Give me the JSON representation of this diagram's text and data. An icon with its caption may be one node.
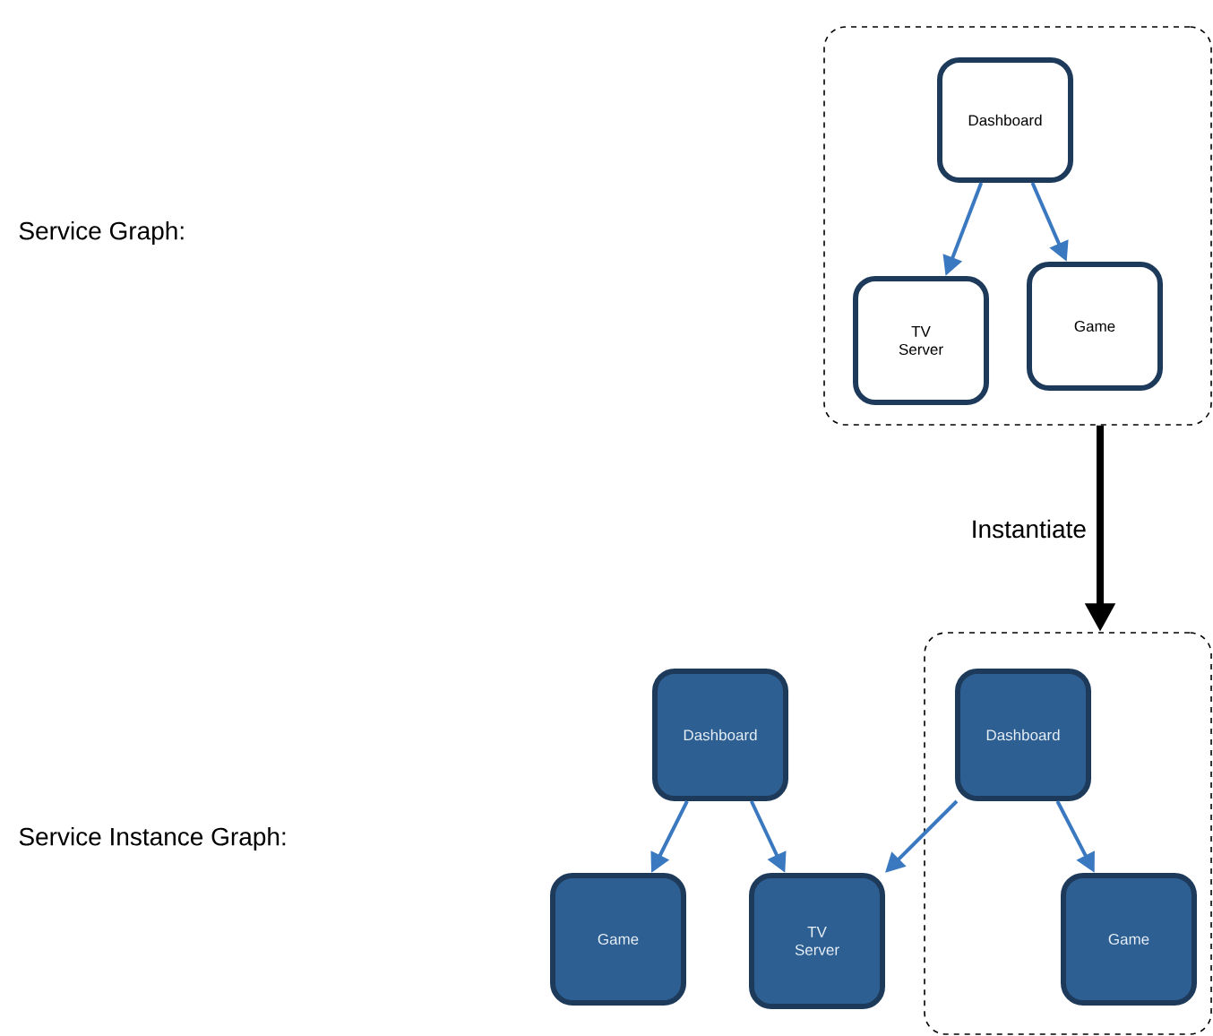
{
  "diagram": {
    "nodes": [
      {
        "text": [],
        "shape": "box"
      },
      {
        "text": [
          "Dashboard"
        ],
        "in": 0
      },
      {
        "text": [
          "TV Server"
        ],
        "in": 0
      },
      {
        "text": [
          "Game"
        ],
        "in": 0
      },
      {
        "text": [],
        "shape": "box"
      },
      {
        "text": [
          "Dashboard"
        ]
      },
      {
        "text": [
          "Game"
        ]
      },
      {
        "text": [
          "TV Server"
        ]
      },
      {
        "text": [
          "Dashboard"
        ],
        "in": 4
      },
      {
        "text": [
          "Game"
        ],
        "in": 4
      }
    ],
    "edges": [
      {
        "from": 1,
        "to": 2,
        "arrow": "to"
      },
      {
        "from": 1,
        "to": 3,
        "arrow": "to"
      },
      {
        "from": 0,
        "to": 4,
        "arrow": "to",
        "label": "Instantiate",
        "style": "thick",
        "color": "#000000"
      },
      {
        "from": 5,
        "to": 6,
        "arrow": "to"
      },
      {
        "from": 5,
        "to": 7,
        "arrow": "to"
      },
      {
        "from": 8,
        "to": 7,
        "arrow": "to"
      },
      {
        "from": 8,
        "to": 9,
        "arrow": "to"
      }
    ],
    "labels": [
      "Service Graph:",
      "Service Instance Graph:"
    ]
  }
}
